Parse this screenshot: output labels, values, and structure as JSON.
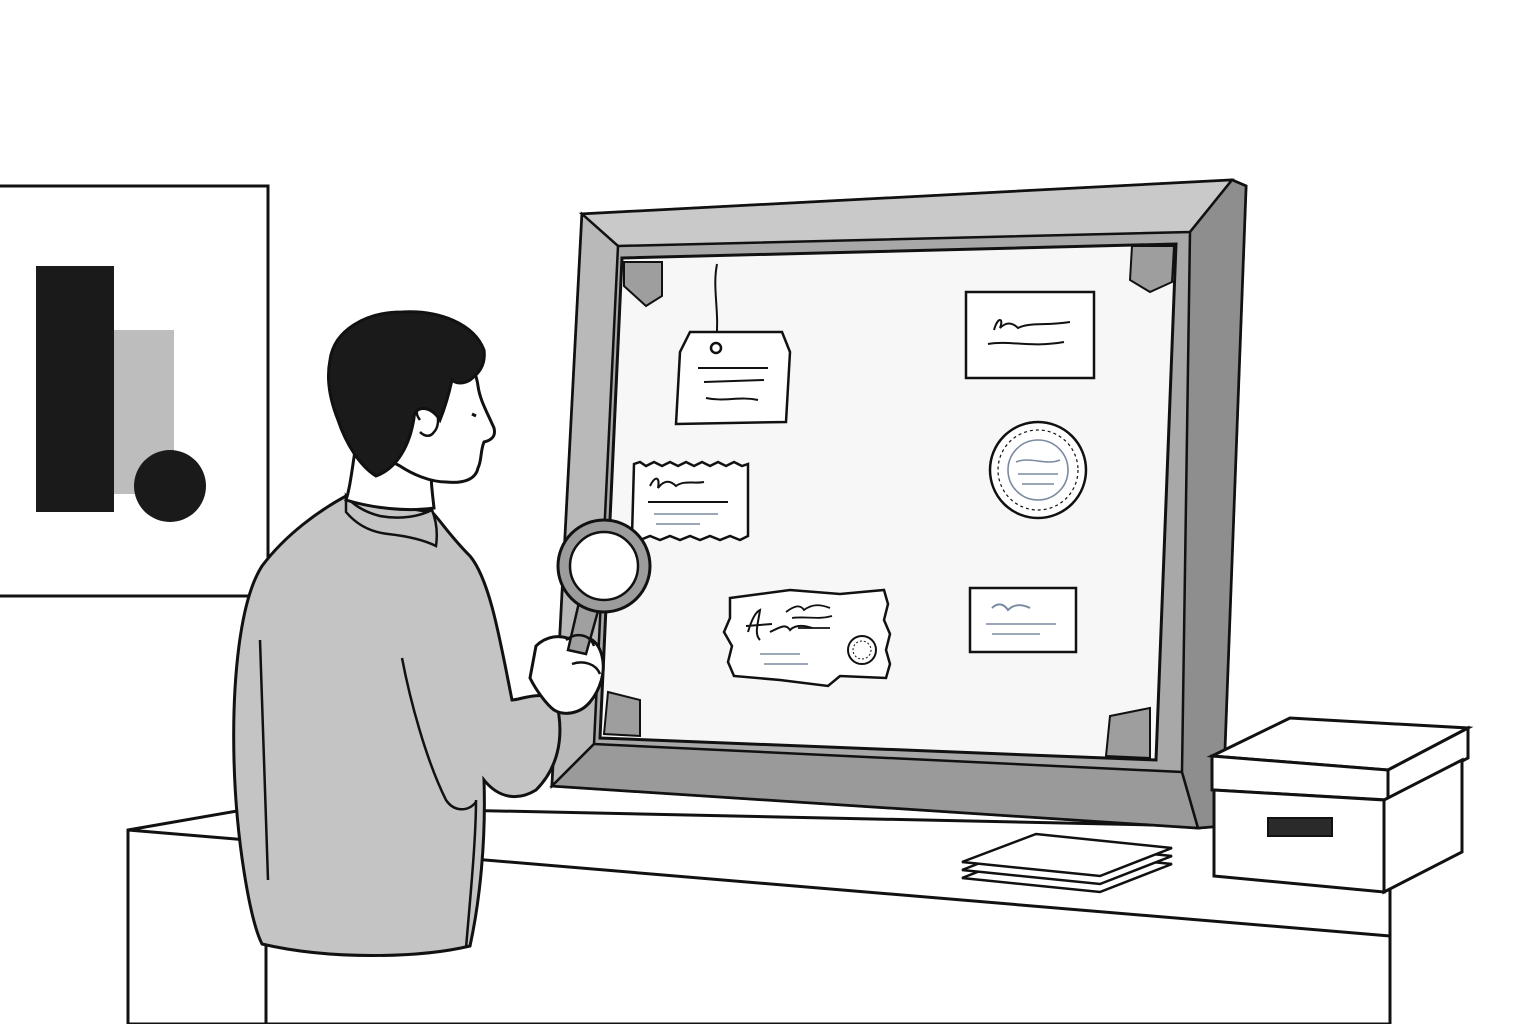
{
  "scene": {
    "background": "#ffffff",
    "ink": "#111111",
    "frame_fill": "#a8a8a8",
    "coat_fill": "#c4c4c4",
    "board_fill": "#f7f7f7",
    "note_ink": "#7a8aa0",
    "elements": [
      "wall-artwork",
      "display-frame",
      "hanging-tag",
      "signed-card",
      "stamped-card",
      "round-seal",
      "small-card",
      "torn-ticket",
      "person-with-magnifier",
      "counter",
      "paper-stack",
      "storage-box"
    ]
  }
}
